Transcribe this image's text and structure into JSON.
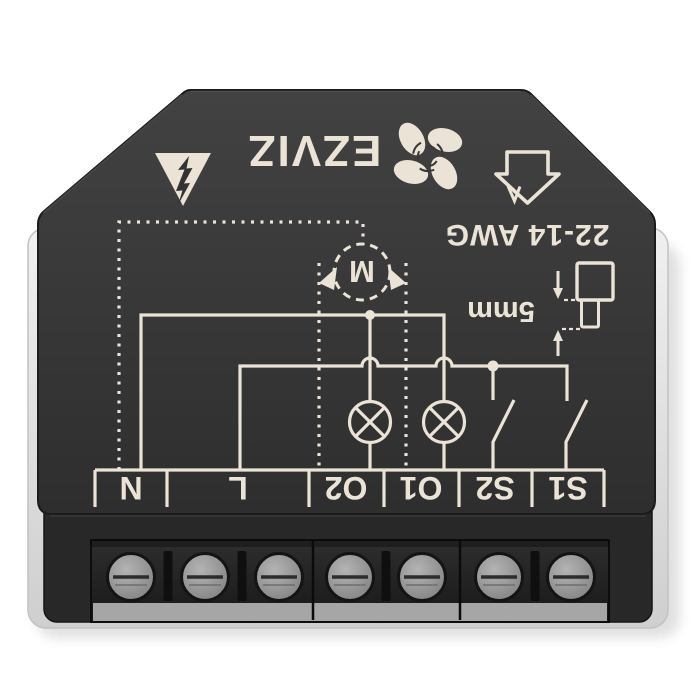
{
  "product": {
    "brand": "EZVIZ",
    "print_orientation": "rotated 180 degrees",
    "markings": {
      "wire_gauge": "22-14 AWG",
      "strip_length": "5mm",
      "motor_label": "M"
    },
    "terminals": [
      {
        "label": "N",
        "screws": 1
      },
      {
        "label": "L",
        "screws": 2
      },
      {
        "label": "O2",
        "screws": 1
      },
      {
        "label": "O1",
        "screws": 1
      },
      {
        "label": "S2",
        "screws": 1
      },
      {
        "label": "S1",
        "screws": 1
      }
    ],
    "screw_count": 7,
    "icons": [
      "hazard-voltage-icon",
      "ezviz-flower-icon",
      "insert-arrow-icon",
      "wire-strip-icon",
      "motor-symbol",
      "lamp-symbol",
      "switch-symbol"
    ],
    "colors": {
      "background": "#ffffff",
      "body": "#383838",
      "print": "#EAE3D6",
      "backplate": "#e4e4e4",
      "terminal_block": "#1e1e1e",
      "screw": "#9c9c9c"
    }
  }
}
